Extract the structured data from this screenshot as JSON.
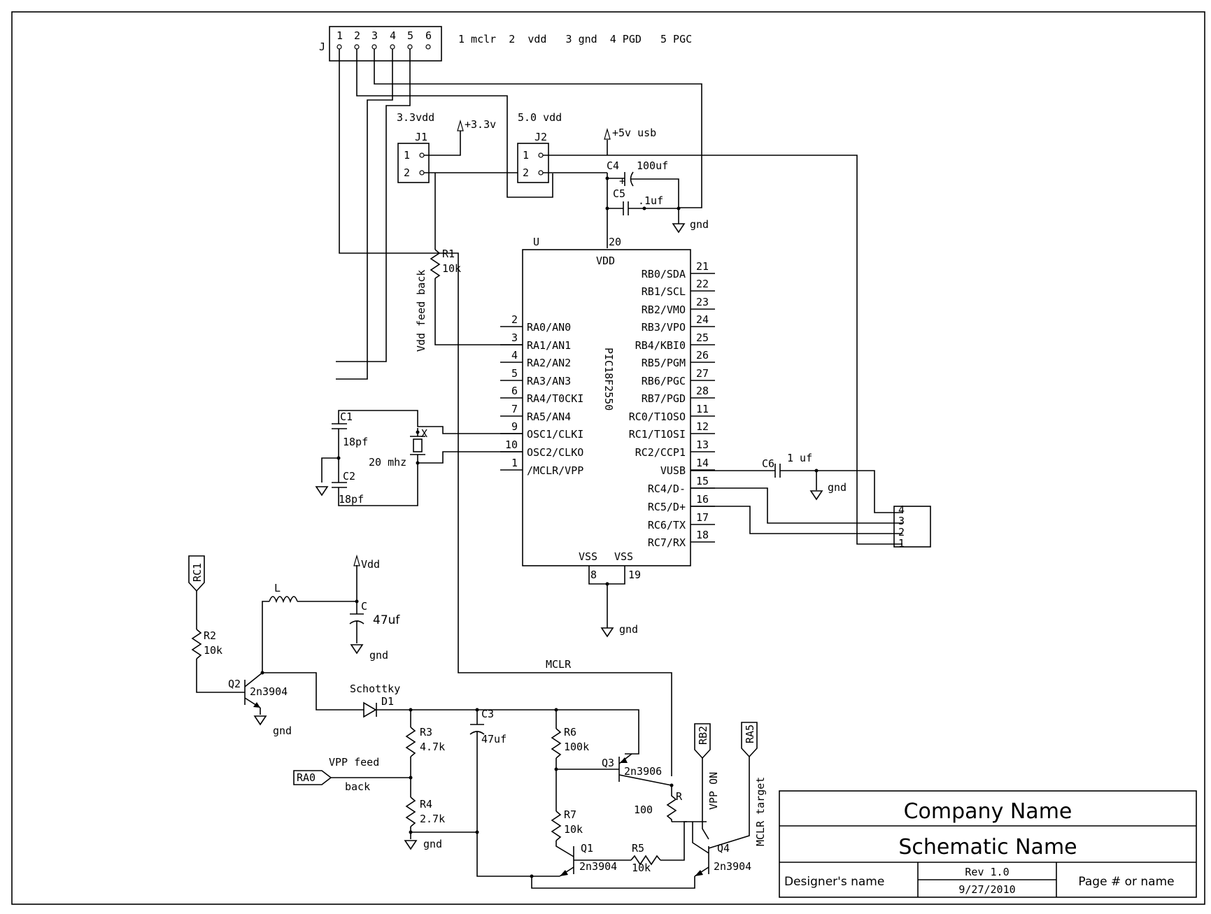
{
  "header": {
    "connector_ref": "J",
    "connector_pins": [
      "1",
      "2",
      "3",
      "4",
      "5",
      "6"
    ],
    "pin_legend": "1 mclr  2  vdd   3 gnd  4 PGD   5 PGC"
  },
  "jumpers": {
    "j1_title": "3.3vdd",
    "j1_ref": "J1",
    "j1_supply": "+3.3v",
    "j2_title": "5.0 vdd",
    "j2_ref": "J2",
    "j2_supply": "+5v usb",
    "pin1": "1",
    "pin2": "2"
  },
  "caps": {
    "c4_ref": "C4",
    "c4_val": "100uf",
    "c5_ref": "C5",
    "c5_val": ".1uf",
    "c1_ref": "C1",
    "c1_val": "18pf",
    "c2_ref": "C2",
    "c2_val": "18pf",
    "c6_ref": "C6",
    "c6_val": "1 uf",
    "c_ref": "C",
    "c_val": "47uf",
    "c3_ref": "C3",
    "c3_val": "47uf"
  },
  "gnd_label": "gnd",
  "r1": {
    "ref": "R1",
    "val": "10k",
    "note": "Vdd feed back"
  },
  "crystal": {
    "ref": "X",
    "val": "20 mhz"
  },
  "ic": {
    "ref": "U",
    "part": "PIC18F2550",
    "vdd_pin": "20",
    "vdd_label": "VDD",
    "vss_label": "VSS",
    "vss_pins": [
      "8",
      "19"
    ],
    "left_pins": [
      {
        "num": "2",
        "name": "RA0/AN0"
      },
      {
        "num": "3",
        "name": "RA1/AN1"
      },
      {
        "num": "4",
        "name": "RA2/AN2"
      },
      {
        "num": "5",
        "name": "RA3/AN3"
      },
      {
        "num": "6",
        "name": "RA4/T0CKI"
      },
      {
        "num": "7",
        "name": "RA5/AN4"
      },
      {
        "num": "9",
        "name": "OSC1/CLKI"
      },
      {
        "num": "10",
        "name": "OSC2/CLKO"
      },
      {
        "num": "1",
        "name": "/MCLR/VPP"
      }
    ],
    "right_pins": [
      {
        "num": "21",
        "name": "RB0/SDA"
      },
      {
        "num": "22",
        "name": "RB1/SCL"
      },
      {
        "num": "23",
        "name": "RB2/VMO"
      },
      {
        "num": "24",
        "name": "RB3/VPO"
      },
      {
        "num": "25",
        "name": "RB4/KBI0"
      },
      {
        "num": "26",
        "name": "RB5/PGM"
      },
      {
        "num": "27",
        "name": "RB6/PGC"
      },
      {
        "num": "28",
        "name": "RB7/PGD"
      },
      {
        "num": "11",
        "name": "RC0/T1OSO"
      },
      {
        "num": "12",
        "name": "RC1/T1OSI"
      },
      {
        "num": "13",
        "name": "RC2/CCP1"
      },
      {
        "num": "14",
        "name": "VUSB"
      },
      {
        "num": "15",
        "name": "RC4/D-"
      },
      {
        "num": "16",
        "name": "RC5/D+"
      },
      {
        "num": "17",
        "name": "RC6/TX"
      },
      {
        "num": "18",
        "name": "RC7/RX"
      }
    ]
  },
  "usb_pins": [
    "4",
    "3",
    "2",
    "1"
  ],
  "boost": {
    "rc1_tag": "RC1",
    "r2_ref": "R2",
    "r2_val": "10k",
    "q2_ref": "Q2",
    "q2_part": "2n3904",
    "inductor_ref": "L",
    "vdd_label": "Vdd",
    "diode_ref": "D1",
    "diode_type": "Schottky",
    "mclr_net": "MCLR"
  },
  "vpp": {
    "ra0_tag": "RA0",
    "feed_line1": "VPP feed",
    "feed_line2": "back",
    "r3_ref": "R3",
    "r3_val": "4.7k",
    "r4_ref": "R4",
    "r4_val": "2.7k",
    "r6_ref": "R6",
    "r6_val": "100k",
    "r7_ref": "R7",
    "r7_val": "10k",
    "q3_ref": "Q3",
    "q3_part": "2n3906",
    "q1_ref": "Q1",
    "q1_part": "2n3904",
    "r5_ref": "R5",
    "r5_val": "10k",
    "r_ref": "R",
    "r_val": "100",
    "q4_ref": "Q4",
    "q4_part": "2n3904",
    "rb2_tag": "RB2",
    "rb2_note": "VPP ON",
    "ra5_tag": "RA5",
    "ra5_note": "MCLR target"
  },
  "title_block": {
    "company": "Company Name",
    "schematic": "Schematic Name",
    "designer": "Designer's name",
    "rev": "Rev 1.0",
    "date": "9/27/2010",
    "page": "Page # or name"
  }
}
